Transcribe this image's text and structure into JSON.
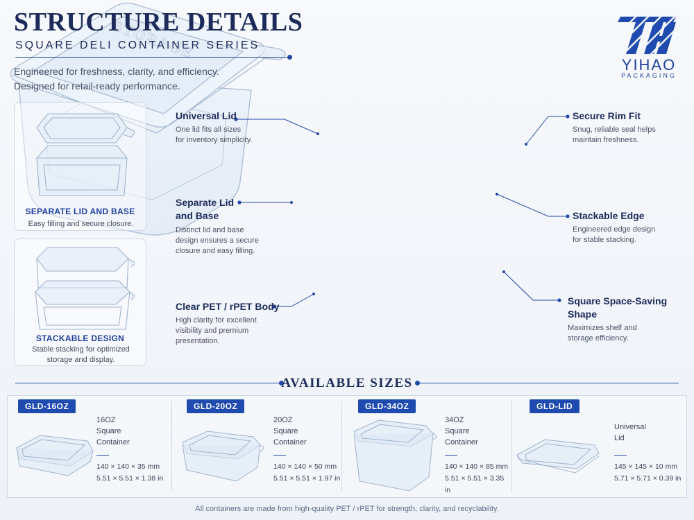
{
  "header": {
    "title": "STRUCTURE DETAILS",
    "subtitle": "SQUARE DELI CONTAINER SERIES",
    "tagline_1": "Engineered for freshness, clarity, and efficiency.",
    "tagline_2": "Designed for retail-ready performance."
  },
  "logo": {
    "name": "YIHAO",
    "sub": "PACKAGING"
  },
  "side_cards": [
    {
      "caption": "SEPARATE LID AND BASE",
      "desc": "Easy filling and secure closure."
    },
    {
      "caption": "STACKABLE DESIGN",
      "desc_1": "Stable stacking for optimized",
      "desc_2": "storage and display."
    }
  ],
  "callouts": {
    "universal_lid": {
      "title": "Universal Lid",
      "desc_1": "One lid fits all sizes",
      "desc_2": "for inventory simplicity."
    },
    "separate": {
      "title_1": "Separate Lid",
      "title_2": "and Base",
      "desc_1": "Distinct lid and base",
      "desc_2": "design ensures a secure",
      "desc_3": "closure and easy filling."
    },
    "clear_pet": {
      "title": "Clear PET / rPET Body",
      "desc_1": "High clarity for excellent",
      "desc_2": "visibility and premium",
      "desc_3": "presentation."
    },
    "rim": {
      "title": "Secure Rim Fit",
      "desc_1": "Snug, reliable seal helps",
      "desc_2": "maintain freshness."
    },
    "stack": {
      "title": "Stackable Edge",
      "desc_1": "Engineered edge design",
      "desc_2": "for stable stacking."
    },
    "square": {
      "title": "Square Space-Saving Shape",
      "desc_1": "Maximizes shelf and",
      "desc_2": "storage efficiency."
    }
  },
  "sizes": {
    "title": "AVAILABLE SIZES",
    "items": [
      {
        "code": "GLD-16OZ",
        "name_1": "16OZ",
        "name_2": "Square",
        "name_3": "Container",
        "mm": "140 × 140 × 35 mm",
        "in": "5.51 × 5.51 × 1.38 in"
      },
      {
        "code": "GLD-20OZ",
        "name_1": "20OZ",
        "name_2": "Square",
        "name_3": "Container",
        "mm": "140 × 140 × 50 mm",
        "in": "5.51 × 5.51 × 1.97 in"
      },
      {
        "code": "GLD-34OZ",
        "name_1": "34OZ",
        "name_2": "Square",
        "name_3": "Container",
        "mm": "140 × 140 × 85 mm",
        "in": "5.51 × 5.51 × 3.35 in"
      },
      {
        "code": "GLD-LID",
        "name_1": "Universal",
        "name_2": "Lid",
        "mm": "145 × 145 × 10 mm",
        "in": "5.71 × 5.71 × 0.39 in"
      }
    ]
  },
  "footer": "All containers are made from high-quality PET / rPET for strength, clarity, and recyclability.",
  "colors": {
    "navy": "#1c2b5a",
    "accent": "#1f4bb0"
  }
}
